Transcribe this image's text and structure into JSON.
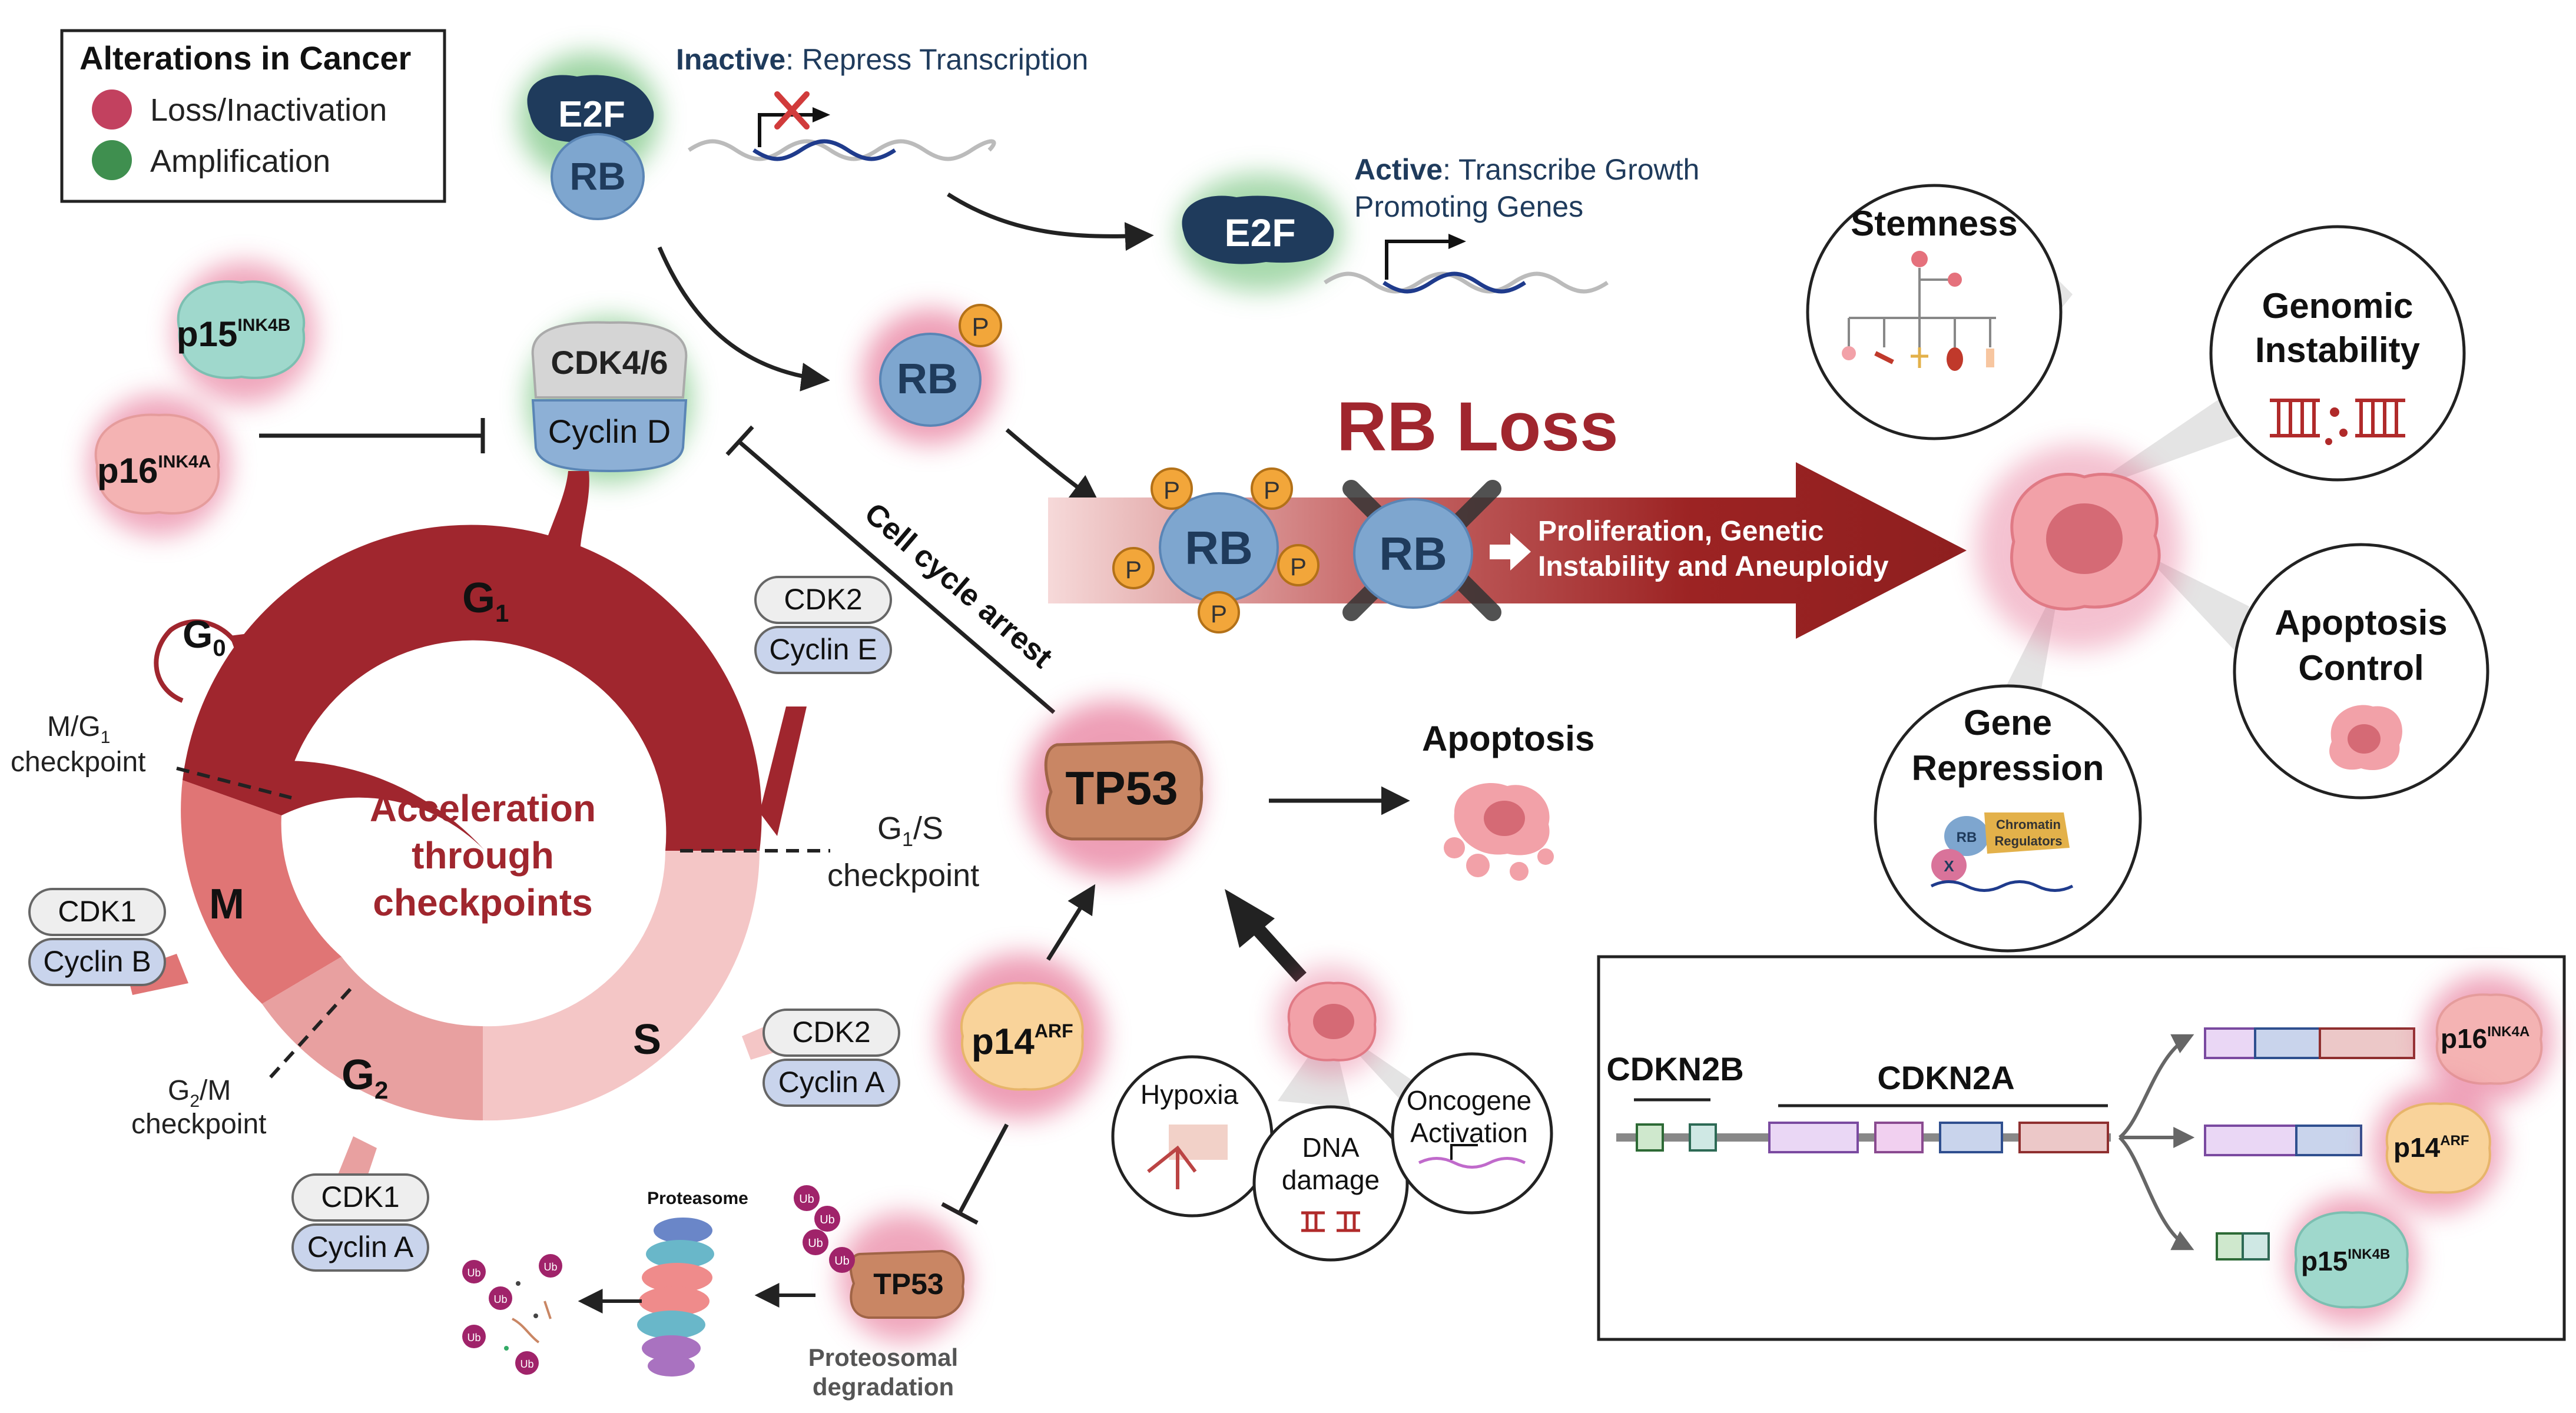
{
  "legend": {
    "title": "Alterations in Cancer",
    "items": [
      {
        "label": "Loss/Inactivation",
        "color": "#c2415f"
      },
      {
        "label": "Amplification",
        "color": "#3f8f4f"
      }
    ]
  },
  "top": {
    "inactive_word": "Inactive",
    "inactive_rest": ": Repress Transcription",
    "active_word": "Active",
    "active_rest_1": ": Transcribe Growth",
    "active_rest_2": "Promoting Genes"
  },
  "proteins": {
    "e2f": "E2F",
    "rb": "RB",
    "p": "P",
    "cdk46": "CDK4/6",
    "cyclin_d": "Cyclin D",
    "p15": "p15",
    "p15_sup": "INK4B",
    "p16": "p16",
    "p16_sup": "INK4A",
    "p14": "p14",
    "p14_sup": "ARF",
    "tp53": "TP53",
    "ub": "Ub",
    "x": "X",
    "chromatin": "Chromatin Regulators"
  },
  "cycle": {
    "g1": "G",
    "g1_sub": "1",
    "g0": "G",
    "g0_sub": "0",
    "s": "S",
    "g2": "G",
    "g2_sub": "2",
    "m": "M",
    "center": [
      "Acceleration",
      "through",
      "checkpoints"
    ],
    "m_g1_line1": "M/G",
    "m_g1_sub": "1",
    "m_g1_line2": "checkpoint",
    "g1_s_line1_pre": "G",
    "g1_s_sub": "1",
    "g1_s_line1_post": "/S",
    "g1_s_line2": "checkpoint",
    "g2_m_line1_pre": "G",
    "g2_m_sub": "2",
    "g2_m_line1_post": "/M",
    "g2_m_line2": "checkpoint"
  },
  "cdk_pills": [
    {
      "cdk": "CDK2",
      "cyclin": "Cyclin E"
    },
    {
      "cdk": "CDK1",
      "cyclin": "Cyclin B"
    },
    {
      "cdk": "CDK2",
      "cyclin": "Cyclin A"
    },
    {
      "cdk": "CDK1",
      "cyclin": "Cyclin A"
    }
  ],
  "rb_loss": {
    "title": "RB Loss",
    "text_1": "Proliferation, Genetic",
    "text_2": "Instability and Aneuploidy"
  },
  "labels": {
    "cell_cycle_arrest": "Cell cycle arrest",
    "apoptosis": "Apoptosis",
    "proteasome": "Proteasome",
    "degradation_1": "Proteosomal",
    "degradation_2": "degradation",
    "hypoxia": "Hypoxia",
    "dna_1": "DNA",
    "dna_2": "damage",
    "onc_1": "Oncogene",
    "onc_2": "Activation"
  },
  "outcomes": {
    "stemness": "Stemness",
    "genomic_1": "Genomic",
    "genomic_2": "Instability",
    "apoptosis_1": "Apoptosis",
    "apoptosis_2": "Control",
    "gene_1": "Gene",
    "gene_2": "Repression"
  },
  "locus": {
    "cdkn2b": "CDKN2B",
    "cdkn2a": "CDKN2A"
  },
  "colors": {
    "dark_red": "#a0262e",
    "navy": "#1f3b5c",
    "rb_blue": "#7ea6cf",
    "loss_glow": "#e0507a",
    "amp_glow": "#4fb35a"
  }
}
